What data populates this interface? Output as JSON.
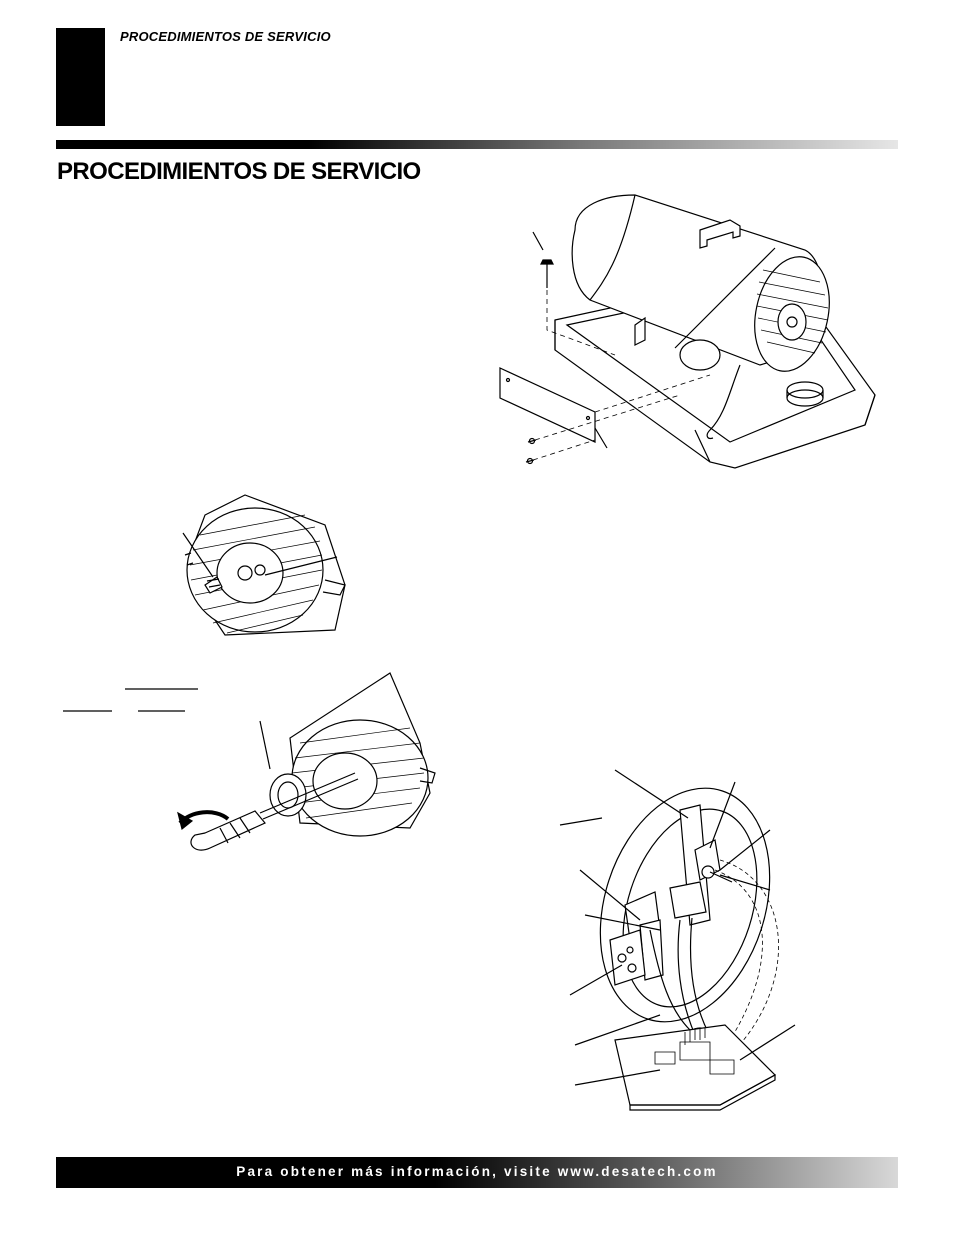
{
  "header": {
    "running_title": "PROCEDIMIENTOS DE SERVICIO"
  },
  "section": {
    "title": "PROCEDIMIENTOS DE SERVICIO"
  },
  "footer": {
    "text": "Para obtener más información, visite www.desatech.com"
  }
}
